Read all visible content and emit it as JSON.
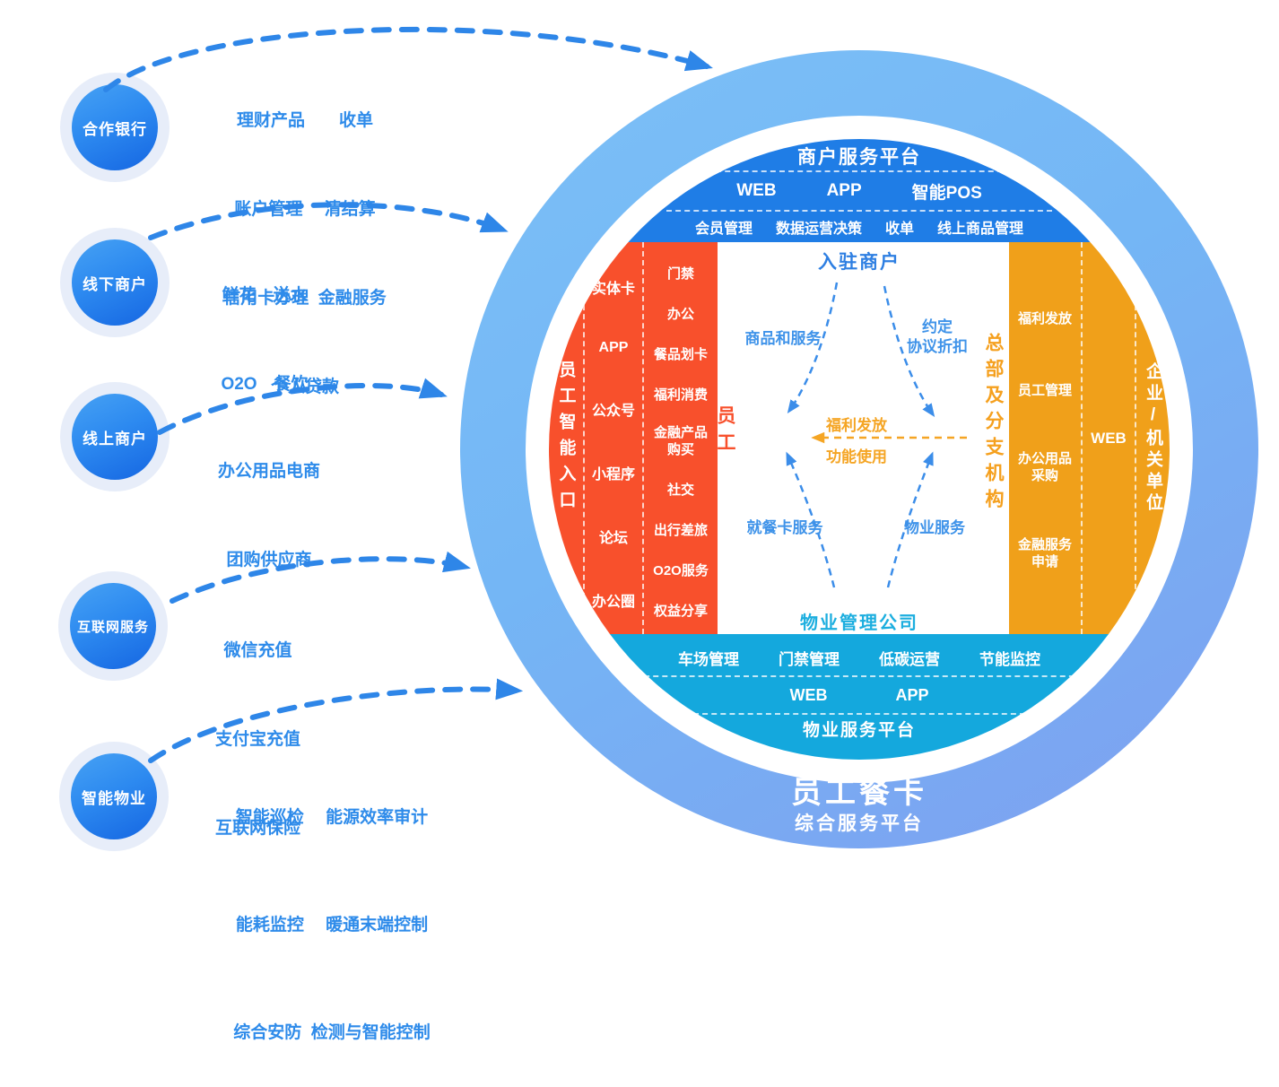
{
  "sources": [
    {
      "label": "合作银行",
      "lines": [
        "理财产品　　收单",
        "账户管理　 清结算",
        "信用卡办理  金融服务",
        "个人贷款"
      ]
    },
    {
      "label": "线下商户",
      "lines": [
        "鲜花　送水",
        "O2O　餐饮"
      ]
    },
    {
      "label": "线上商户",
      "lines": [
        "办公用品电商",
        "团购供应商"
      ]
    },
    {
      "label": "互联网服务",
      "lines": [
        "微信充值",
        "支付宝充值",
        "互联网保险"
      ]
    },
    {
      "label": "智能物业",
      "lines": [
        "智能巡检　 能源效率审计",
        "能耗监控　 暖通末端控制",
        "综合安防  检测与智能控制"
      ]
    }
  ],
  "merchant_platform": {
    "title": "商户服务平台",
    "channels": [
      "WEB",
      "APP",
      "智能POS"
    ],
    "functions": [
      "会员管理",
      "数据运营决策",
      "收单",
      "线上商品管理"
    ]
  },
  "employee_entry": {
    "title": "员工智能入口",
    "channels": [
      "实体卡",
      "APP",
      "公众号",
      "小程序",
      "论坛",
      "办公圈"
    ],
    "services": [
      "门禁",
      "办公",
      "餐品划卡",
      "福利消费",
      "金融产品购买",
      "社交",
      "出行差旅",
      "O2O服务",
      "权益分享"
    ]
  },
  "center": {
    "merchants": "入驻商户",
    "employee": "员工",
    "hq": "总部及分支机构",
    "property_company": "物业管理公司",
    "flow_goods": "商品和服务",
    "flow_discount_line1": "约定",
    "flow_discount_line2": "协议折扣",
    "flow_welfare": "福利发放",
    "flow_usage": "功能使用",
    "flow_meal": "就餐卡服务",
    "flow_property": "物业服务"
  },
  "hq_portal": {
    "functions": [
      "福利发放",
      "员工管理",
      "办公用品采购",
      "金融服务申请"
    ],
    "channel": "WEB",
    "entity": "企业/机关单位"
  },
  "property_platform": {
    "functions": [
      "车场管理",
      "门禁管理",
      "低碳运营",
      "节能监控"
    ],
    "channels": [
      "WEB",
      "APP"
    ],
    "title": "物业服务平台"
  },
  "footer": {
    "title": "员工餐卡",
    "subtitle": "综合服务平台"
  },
  "colors": {
    "arrow_blue": "#2e86e8",
    "segment_blue": "#1f7de6",
    "segment_red": "#f8502c",
    "segment_orange": "#f0a01a",
    "segment_cyan": "#14a8dd",
    "ring_light": "#79b9f5",
    "ring_dark": "#7fa0f0",
    "flow_orange": "#f5a524"
  }
}
